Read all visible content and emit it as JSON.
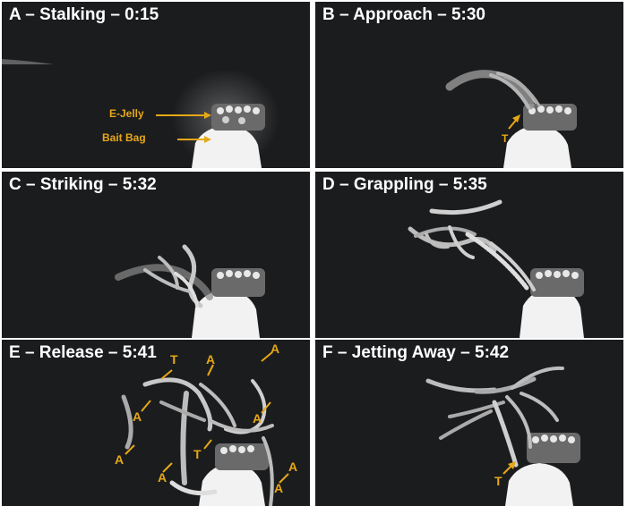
{
  "colors": {
    "annotation": "#e6a817",
    "background": "#1b1c1e",
    "title": "#ffffff"
  },
  "panels": [
    {
      "title": "A – Stalking – 0:15",
      "labels": [
        "E-Jelly",
        "Bait Bag"
      ]
    },
    {
      "title": "B – Approach – 5:30",
      "labels": [
        "T"
      ]
    },
    {
      "title": "C – Striking – 5:32",
      "labels": []
    },
    {
      "title": "D – Grappling – 5:35",
      "labels": []
    },
    {
      "title": "E – Release – 5:41",
      "labels": [
        "T",
        "A",
        "A",
        "A",
        "A",
        "A",
        "T",
        "A",
        "A",
        "A"
      ]
    },
    {
      "title": "F – Jetting Away – 5:42",
      "labels": [
        "T"
      ]
    }
  ]
}
